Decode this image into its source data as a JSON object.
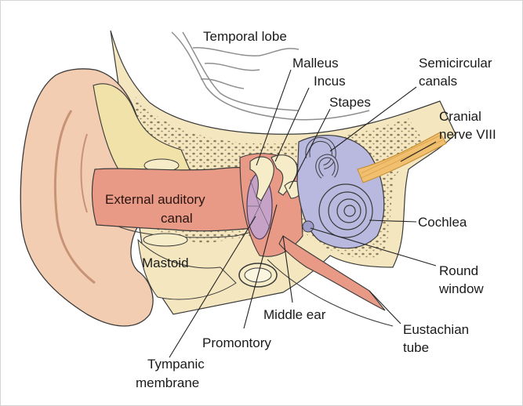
{
  "labels": {
    "temporal_lobe": "Temporal lobe",
    "malleus": "Malleus",
    "incus": "Incus",
    "stapes": "Stapes",
    "semicircular_canals": [
      "Semicircular",
      "canals"
    ],
    "cranial_nerve": [
      "Cranial",
      "nerve VIII"
    ],
    "external_auditory_canal": [
      "External auditory",
      "canal"
    ],
    "mastoid": "Mastoid",
    "cochlea": "Cochlea",
    "round_window": [
      "Round",
      "window"
    ],
    "middle_ear": "Middle ear",
    "eustachian_tube": [
      "Eustachian",
      "tube"
    ],
    "promontory": "Promontory",
    "tympanic_membrane": [
      "Tympanic",
      "membrane"
    ]
  },
  "colors": {
    "skin": "#f3cdb2",
    "canal": "#e89a86",
    "bone": "#f4e7bf",
    "air_cells": "#f0e2a8",
    "inner_ear": "#b9b8df",
    "nerve": "#f0c070",
    "brain_line": "#9a9a9a"
  }
}
